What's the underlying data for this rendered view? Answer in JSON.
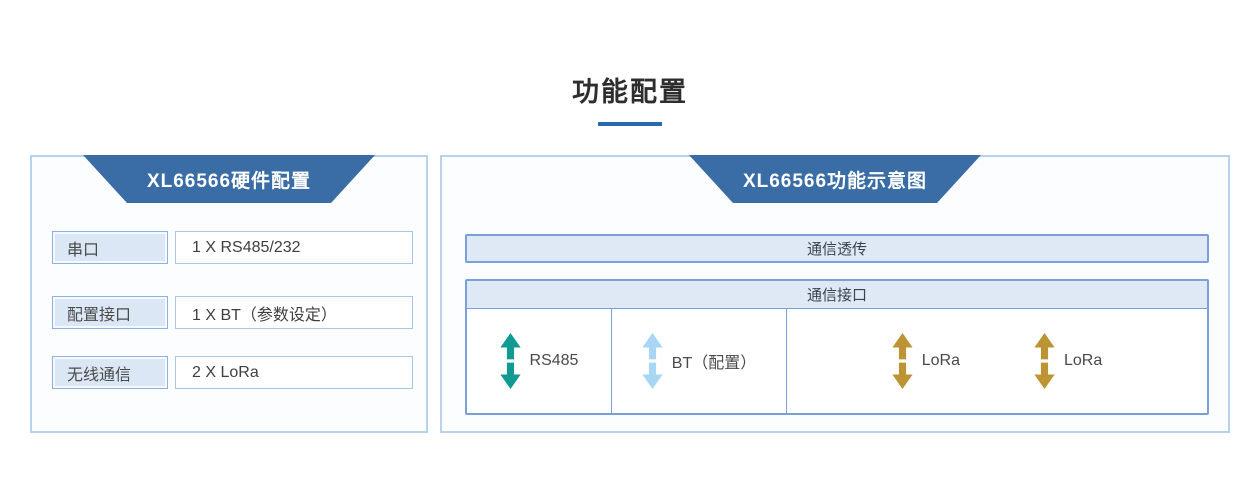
{
  "title": {
    "text": "功能配置"
  },
  "colors": {
    "banner_blue": "#3a6da6",
    "underline_blue": "#2a68b0",
    "panel_border": "#b7d2ec",
    "label_bg": "#dbe7f4",
    "bar_bg": "#dfe8f5",
    "bar_border": "#7b9fd9",
    "arrow_rs485": "#0f9a92",
    "arrow_bt": "#a9d6f5",
    "arrow_lora": "#bd9434"
  },
  "hardware_panel": {
    "header": "XL66566硬件配置",
    "rows": [
      {
        "label": "串口",
        "value": "1 X RS485/232"
      },
      {
        "label": "配置接口",
        "value": "1 X BT（参数设定）"
      },
      {
        "label": "无线通信",
        "value": "2 X LoRa"
      }
    ]
  },
  "function_panel": {
    "header": "XL66566功能示意图",
    "transparent_bar": "通信透传",
    "interface_header": "通信接口",
    "interfaces": [
      {
        "label": "RS485",
        "icon": "double-arrow-vertical-icon"
      },
      {
        "label": "BT（配置）",
        "icon": "double-arrow-vertical-icon"
      },
      {
        "label": "LoRa",
        "icon": "double-arrow-vertical-icon"
      },
      {
        "label": "LoRa",
        "icon": "double-arrow-vertical-icon"
      }
    ]
  }
}
